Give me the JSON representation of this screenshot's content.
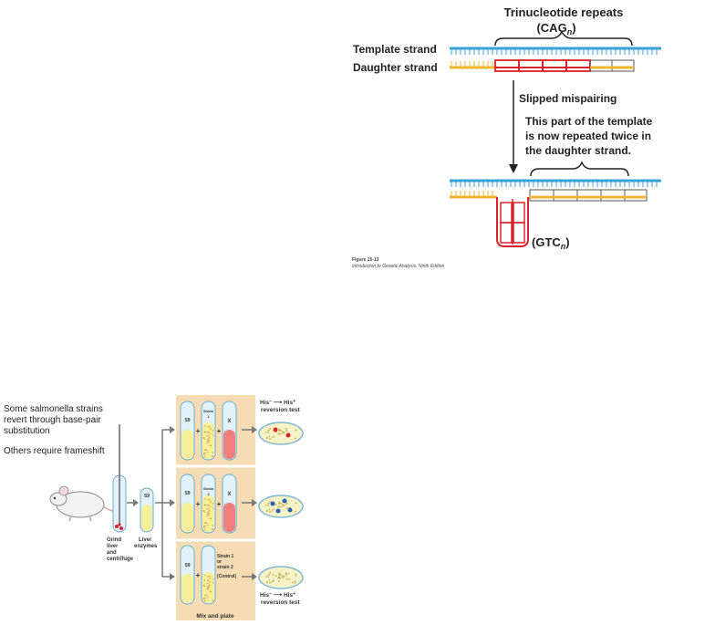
{
  "top_figure": {
    "title": "Trinucleotide repeats",
    "repeat_label_main": "CAG",
    "repeat_label_sub": "n",
    "template_label": "Template strand",
    "daughter_label": "Daughter strand",
    "arrow_label": "Slipped mispairing",
    "note_line1": "This part of the template",
    "note_line2": "is now repeated twice in",
    "note_line3": "the daughter strand.",
    "loop_label_main": "GTC",
    "loop_label_sub": "n",
    "caption_line1": "Figure 15-13",
    "caption_line2": "Introduction to Genetic Analysis, Ninth Edition"
  },
  "bottom_figure": {
    "text_line1": "Some salmonella strains",
    "text_line2": "revert  through base-pair",
    "text_line3": "substitution",
    "text_line4": "Others require frameshift",
    "tube_label_s9": "S9",
    "label_grind_1": "Grind",
    "label_grind_2": "liver",
    "label_grind_3": "and",
    "label_grind_4": "centrifuge",
    "label_liver_1": "Liver",
    "label_liver_2": "enzymes",
    "strain1_1": "Strain",
    "strain1_2": "1",
    "strain2_1": "Strain",
    "strain2_2": "2",
    "x_label": "X",
    "plus": "+",
    "control_1": "Strain 1",
    "control_2": "or",
    "control_3": "strain 2",
    "control_4": "(Control)",
    "his_minus": "His",
    "his_minus_sup": "−",
    "his_plus": "His",
    "his_plus_sup": "+",
    "reversion_test": "reversion test",
    "mix_and_plate": "Mix and plate"
  },
  "colors": {
    "template_strand": "#3aa0d8",
    "daughter_strand": "#f0b431",
    "repeat_highlight": "#d8232a",
    "panel_bg": "#f5dcb4",
    "tube_liquid_yellow": "#f7ef9a",
    "tube_liquid_red": "#f08080",
    "tube_fill": "#e3f2fa"
  }
}
